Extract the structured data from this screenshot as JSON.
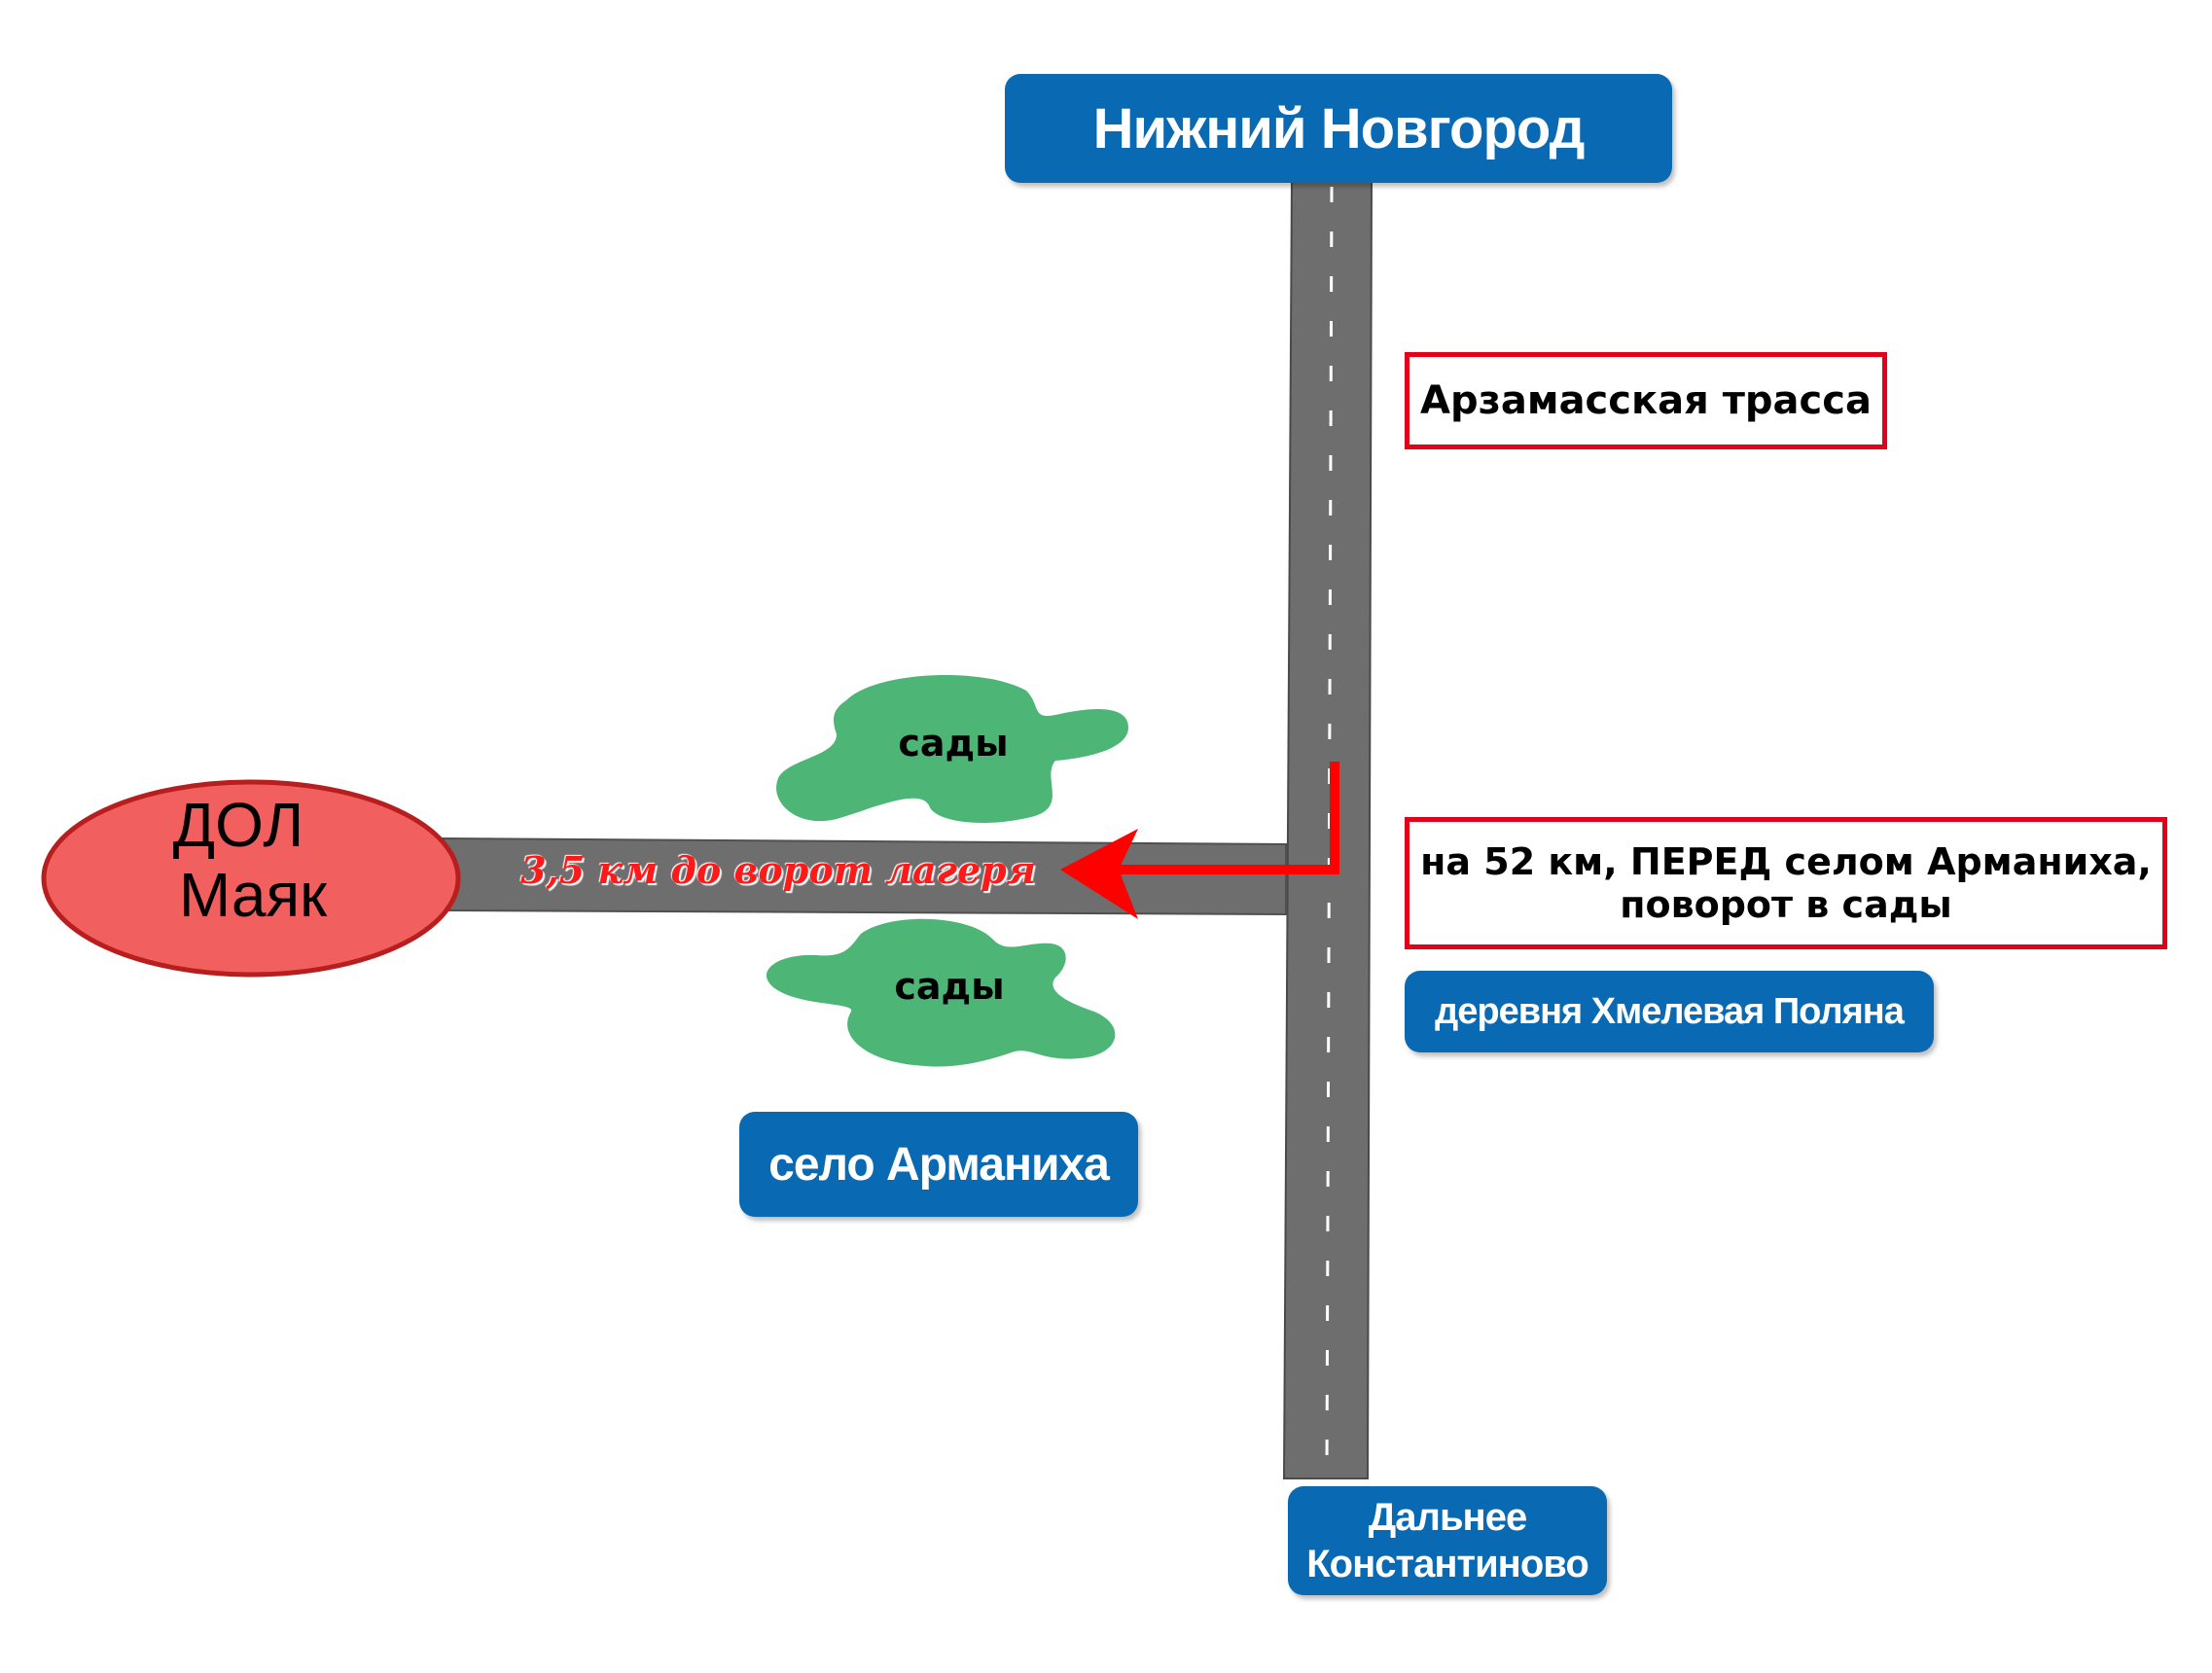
{
  "signs": {
    "north_city": "Нижний Новгород",
    "village_east": "деревня Хмелевая Поляна",
    "village_west": "село Арманиха",
    "south_city_line1": "Дальнее",
    "south_city_line2": "Константиново"
  },
  "callouts": {
    "highway": "Арзамасская трасса",
    "turn_line1": "на 52 км, ПЕРЕД селом Арманиха,",
    "turn_line2": "поворот в сады"
  },
  "camp": {
    "line1": "ДОЛ",
    "line2": "Маяк"
  },
  "side_road": {
    "distance": "3,5 км до ворот лагеря"
  },
  "gardens": {
    "north": "сады",
    "south": "сады"
  },
  "colors": {
    "sign_blue": "#0a69b3",
    "callout_red": "#e3001b",
    "camp_fill": "#f25f5f",
    "garden_green": "#4db677",
    "road_gray": "#6e6e6e",
    "route_red": "#ff0000"
  },
  "icons": {
    "route": "route-arrow-icon",
    "camp": "camp-marker-icon",
    "garden": "garden-area-icon"
  }
}
